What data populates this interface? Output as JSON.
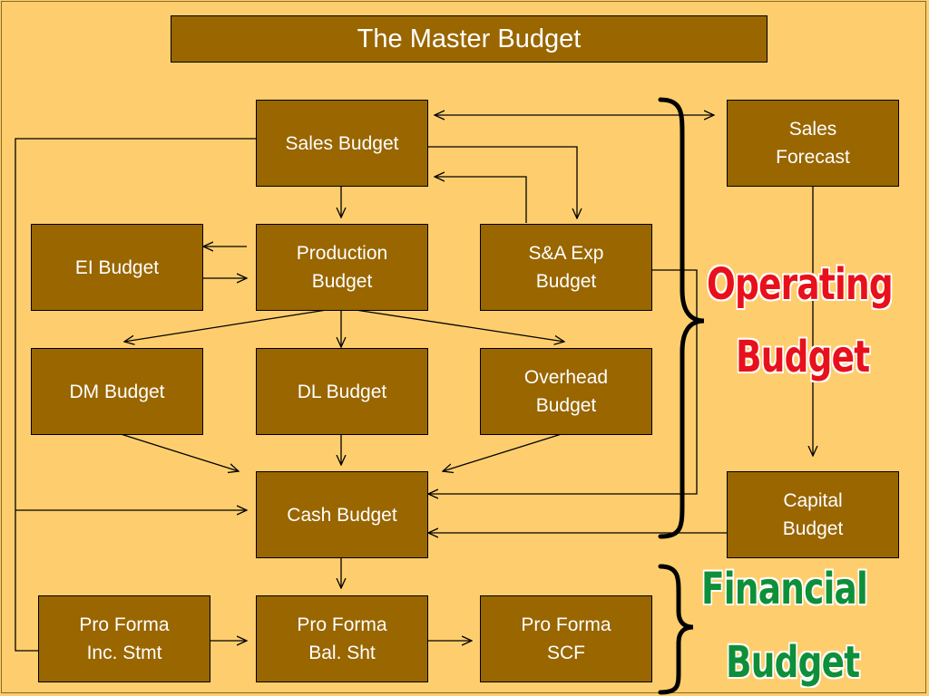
{
  "title": "The Master Budget",
  "boxes": {
    "sales_budget": "Sales Budget",
    "sales_forecast": "Sales\nForecast",
    "ei_budget": "EI Budget",
    "production_budget": "Production\nBudget",
    "sa_exp_budget": "S&A Exp\nBudget",
    "dm_budget": "DM Budget",
    "dl_budget": "DL Budget",
    "overhead_budget": "Overhead\nBudget",
    "cash_budget": "Cash Budget",
    "capital_budget": "Capital\nBudget",
    "pf_inc_stmt": "Pro Forma\nInc. Stmt",
    "pf_bal_sht": "Pro Forma\nBal. Sht",
    "pf_scf": "Pro Forma\nSCF"
  },
  "labels": {
    "operating_1": "Operating",
    "operating_2": "Budget",
    "financial_1": "Financial",
    "financial_2": "Budget"
  },
  "colors": {
    "background": "#FECE6E",
    "box_fill": "#996600",
    "operating_text": "#E8101C",
    "financial_text": "#0E8F3A"
  }
}
